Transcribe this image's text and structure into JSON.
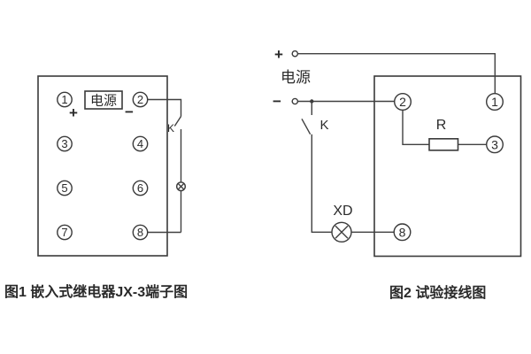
{
  "page": {
    "background": "#ffffff",
    "line_color": "#3f3f3f",
    "text_color": "#2b2b2b"
  },
  "figure1": {
    "caption": "图1 嵌入式继电器JX-3端子图",
    "power_label": "电源",
    "polarity_plus": "+",
    "polarity_minus": "−",
    "switch_label": "K",
    "terminals": [
      "1",
      "2",
      "3",
      "4",
      "5",
      "6",
      "7",
      "8"
    ]
  },
  "figure2": {
    "caption": "图2 试验接线图",
    "power_label": "电源",
    "polarity_plus": "+",
    "polarity_minus": "−",
    "switch_label": "K",
    "resistor_label": "R",
    "lamp_label": "XD",
    "terminals": [
      "2",
      "1",
      "3",
      "8"
    ]
  }
}
